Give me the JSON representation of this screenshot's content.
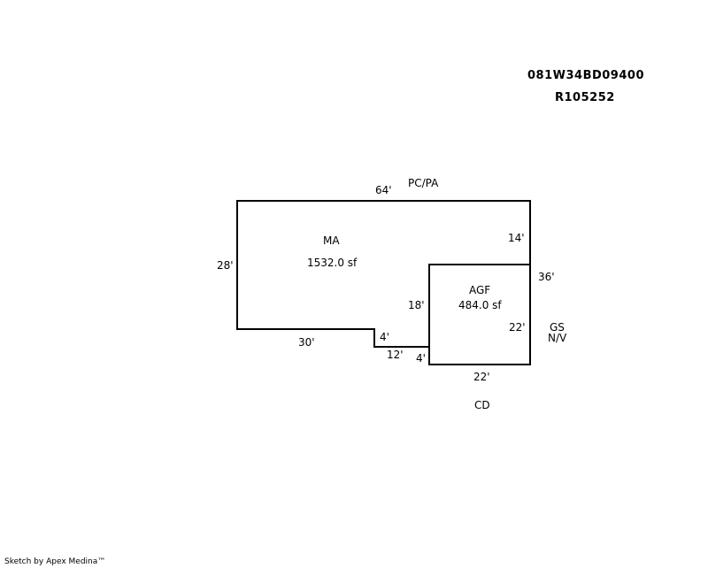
{
  "header": {
    "parcel_id": "081W34BD09400",
    "account_id": "R105252"
  },
  "areas": {
    "main": {
      "code": "MA",
      "area": "1532.0 sf"
    },
    "garage": {
      "code": "AGF",
      "area": "484.0 sf"
    }
  },
  "labels": {
    "top_feature": "PC/PA",
    "right_feature_1": "GS",
    "right_feature_2": "N/V",
    "bottom_feature": "CD"
  },
  "dimensions": {
    "top": "64'",
    "left": "28'",
    "bottom_left": "30'",
    "notch_vertical": "4'",
    "notch_horizontal": "12'",
    "notch_vertical_2": "4'",
    "right_upper": "14'",
    "right_total": "36'",
    "garage_left": "18'",
    "garage_right": "22'",
    "garage_bottom": "22'"
  },
  "footer": {
    "credit": "Sketch by Apex Medina™"
  }
}
